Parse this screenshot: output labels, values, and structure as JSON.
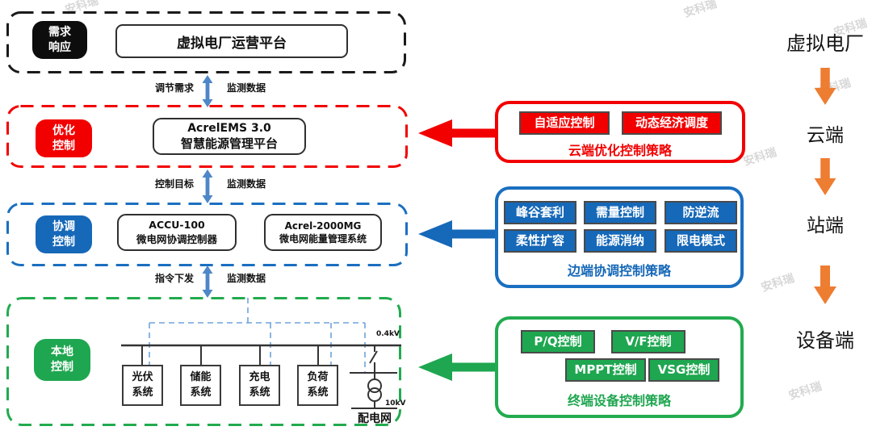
{
  "colors": {
    "red": "#f20000",
    "blue": "#1668b8",
    "green": "#1fa650",
    "orange": "#ED7D31",
    "steel_blue_arrow": "#4e87c7",
    "comm_line_blue": "#6fa3dc",
    "black": "#111111"
  },
  "layers": [
    {
      "badge_line1": "需求",
      "badge_line2": "响应",
      "platform": "虚拟电厂运营平台"
    },
    {
      "badge_line1": "优化",
      "badge_line2": "控制",
      "product_line1": "AcrelEMS 3.0",
      "product_line2": "智慧能源管理平台"
    },
    {
      "badge_line1": "协调",
      "badge_line2": "控制",
      "product1_line1": "ACCU-100",
      "product1_line2": "微电网协调控制器",
      "product2_line1": "Acrel-2000MG",
      "product2_line2": "微电网能量管理系统"
    },
    {
      "badge_line1": "本地",
      "badge_line2": "控制"
    }
  ],
  "connectors": [
    {
      "left_label": "调节需求",
      "right_label": "监测数据"
    },
    {
      "left_label": "控制目标",
      "right_label": "监测数据"
    },
    {
      "left_label": "指令下发",
      "right_label": "监测数据"
    }
  ],
  "grid": {
    "bus_voltage": "0.4kV",
    "systems": [
      {
        "line1": "光伏",
        "line2": "系统"
      },
      {
        "line1": "储能",
        "line2": "系统"
      },
      {
        "line1": "充电",
        "line2": "系统"
      },
      {
        "line1": "负荷",
        "line2": "系统"
      }
    ],
    "lv_voltage": "10kV",
    "grid_name": "配电网"
  },
  "strategies": [
    {
      "title": "云端优化控制策略",
      "chips": [
        "自适应控制",
        "动态经济调度"
      ]
    },
    {
      "title": "边端协调控制策略",
      "chips": [
        "峰谷套利",
        "需量控制",
        "防逆流",
        "柔性扩容",
        "能源消纳",
        "限电模式"
      ]
    },
    {
      "title": "终端设备控制策略",
      "chips": [
        "P/Q控制",
        "V/F控制",
        "MPPT控制",
        "VSG控制"
      ]
    }
  ],
  "right_column": {
    "levels": [
      "虚拟电厂",
      "云端",
      "站端",
      "设备端"
    ]
  },
  "watermark_text": "安科瑞"
}
